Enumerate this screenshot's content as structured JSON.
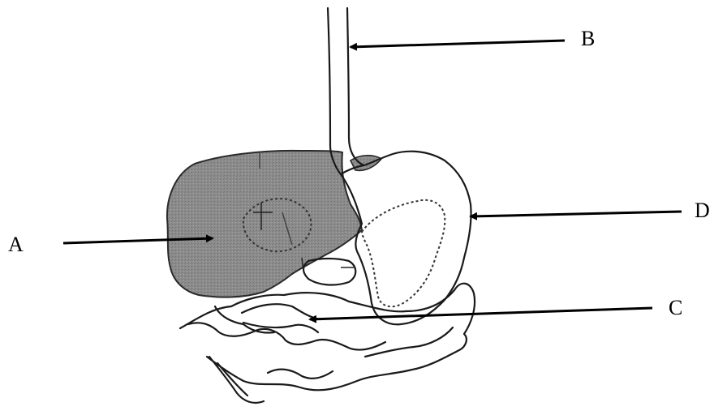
{
  "labels": {
    "a": "A",
    "b": "B",
    "c": "C",
    "d": "D"
  },
  "colors": {
    "liver_fill": "#8a8a8a",
    "outline": "#1a1a1a",
    "background": "#ffffff"
  }
}
